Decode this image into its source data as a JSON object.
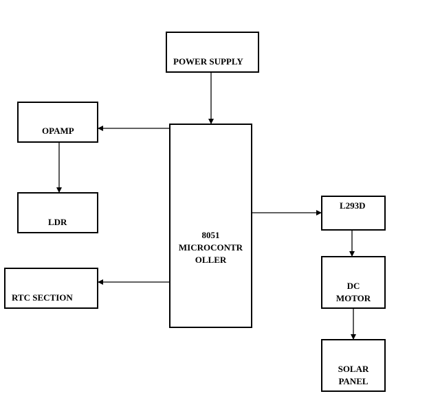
{
  "blocks": {
    "power_supply": "POWER SUPPLY",
    "opamp": "OPAMP",
    "ldr": "LDR",
    "rtc_section": "RTC SECTION",
    "microcontroller": {
      "line1": "8051",
      "line2": "MICROCONTR",
      "line3": "OLLER"
    },
    "l293d": "L293D",
    "dc_motor": {
      "line1": "DC",
      "line2": "MOTOR"
    },
    "solar_panel": {
      "line1": "SOLAR",
      "line2": "PANEL"
    }
  },
  "colors": {
    "stroke": "#000000",
    "background": "#ffffff"
  }
}
